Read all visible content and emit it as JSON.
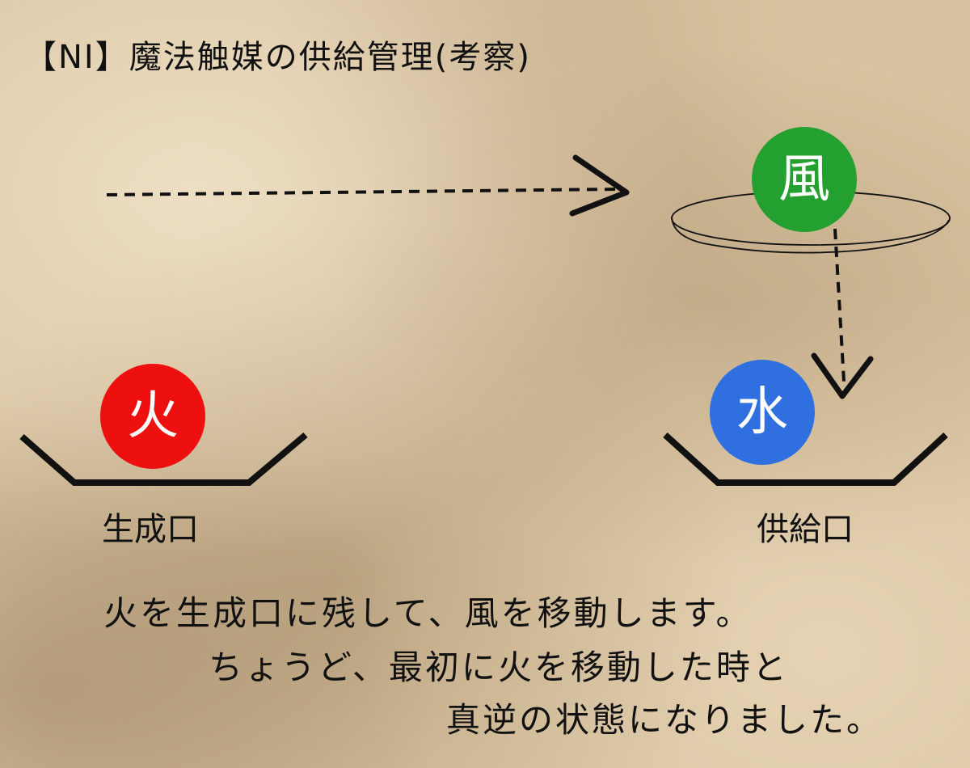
{
  "title": "【NI】魔法触媒の供給管理(考察)",
  "nodes": {
    "fire": {
      "glyph": "火",
      "color": "#ee0f0f"
    },
    "wind": {
      "glyph": "風",
      "color": "#24a030"
    },
    "water": {
      "glyph": "水",
      "color": "#2f6fe0"
    }
  },
  "ports": {
    "generation": "生成口",
    "supply": "供給口"
  },
  "description": [
    "火を生成口に残して、風を移動します。",
    "ちょうど、最初に火を移動した時と",
    "真逆の状態になりました。"
  ]
}
